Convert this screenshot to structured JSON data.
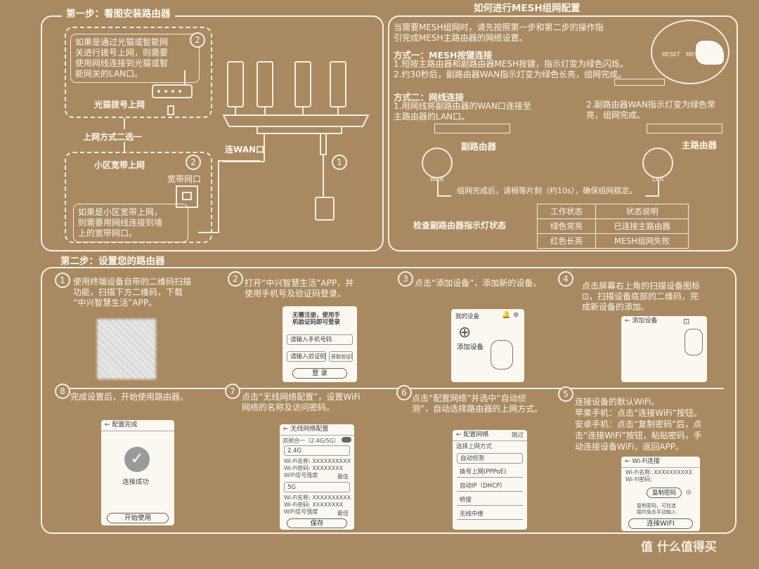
{
  "step1": {
    "title": "第一步：看图安装路由器",
    "top_box": "如果是通过光猫或智能网\n关进行拨号上网，则需要\n使用网线连接到光猫或智\n能网关的LAN口。",
    "modem_label": "光猫拨号上网",
    "either_label": "上网方式二选一",
    "bottom_title": "小区宽带上网",
    "wall_port": "宽带网口",
    "bottom_box": "如果是小区宽带上网，\n则需要用网线连接到墙\n上的宽带网口。",
    "wan_label": "连WAN口",
    "n1": "1",
    "n2": "2"
  },
  "mesh": {
    "title": "如何进行MESH组网配置",
    "intro": "当需要MESH组网时，请先按照第一步和第二步的操作指\n引完成MESH主路由器的网络设置。",
    "btn_reset": "RESET",
    "btn_mesh": "MESH",
    "m1_title": "方式一：MESH按键连接",
    "m1_s1": "1.短按主路由器和副路由器MESH按键，指示灯变为绿色闪烁。",
    "m1_s2": "2.约30秒后，副路由器WAN指示灯变为绿色长亮，组网完成。",
    "m2_title": "方式二：网线连接",
    "m2_s1": "1.用网线将副路由器的WAN口连接至\n主路由器的LAN口。",
    "m2_s2": "2.副路由器WAN指示灯变为绿色常\n亮，组网完成。",
    "sub_router": "副路由器",
    "main_router": "主路由器",
    "port_wan": "WAN",
    "port_lan": "LAN",
    "wait_note": "组网完成后，请稍等片刻（约10s），确保组网稳定。",
    "check": "检查副路由器指示灯状态",
    "table_head": [
      "工作状态",
      "状态说明"
    ],
    "table_rows": [
      [
        "绿色常亮",
        "已连接主路由器"
      ],
      [
        "红色长亮",
        "MESH组网失败"
      ]
    ]
  },
  "step2": {
    "title": "第二步：设置您的路由器",
    "s1_num": "1",
    "s1": "使用终端设备自带的二维码扫描\n功能，扫描下方二维码，下载\n“中兴智慧生活”APP。",
    "s2_num": "2",
    "s2": "打开“中兴智慧生活”APP，并\n使用手机号及验证码登录。",
    "s2_phone": {
      "head": "无需注册，使用手\n机验证码即可登录",
      "phone": "请输入手机号码",
      "code": "请输入验证码",
      "get_code": "获取验证码",
      "login": "登 录"
    },
    "s3_num": "3",
    "s3": "点击“添加设备”，添加新的设备。",
    "s3_phone": {
      "head": "我的设备",
      "add": "添加设备"
    },
    "s4_num": "4",
    "s4": "点击屏幕右上角的扫描设备图标\n⊡，扫描设备底部的二维码，完\n成新设备的添加。",
    "s4_phone": {
      "head": "← 添加设备"
    },
    "s8_num": "8",
    "s8": "完成设置后，开始使用路由器。",
    "s8_phone": {
      "head": "← 配置完成",
      "ok": "连接成功",
      "btn": "开始使用"
    },
    "s7_num": "7",
    "s7": "点击“无线网络配置”，设置WiFi\n网络的名称及访问密码。",
    "s7_phone": {
      "head": "← 无线网络配置",
      "dual": "双频合一（2.4G/5G）",
      "band1": "2.4G",
      "band2": "5G",
      "name": "Wi-Fi名称: XXXXXXXXXX",
      "pwd": "Wi-Fi密码: XXXXXXXX",
      "strength": "WiFi信号强度",
      "best": "最佳",
      "save": "保存"
    },
    "s6_num": "6",
    "s6": "点击“配置网络”并选中“自动侦\n测”，自动选择路由器的上网方式。",
    "s6_phone": {
      "head": "← 配置网络",
      "skip": "跳过",
      "choose": "选择上网方式",
      "opts": [
        "自动侦测",
        "拨号上网(PPPoE)",
        "自动IP（DHCP）",
        "桥接",
        "无线中继"
      ]
    },
    "s5_num": "5",
    "s5": "连接设备的默认WiFi。\n苹果手机：点击“连接WiFi”按钮。\n安卓手机：点击“复制密码”后，点\n击“连接WiFi”按钮，粘贴密码，手\n动连接设备WiFi，返回APP。",
    "s5_phone": {
      "head": "← Wi-Fi连接",
      "name": "Wi-Fi名称: XXXXXXXXXX",
      "pwd": "Wi-Fi密码: ",
      "copy": "复制密码",
      "note": "复制密码，可在连\n接时免去手动输入",
      "connect": "连接WIFI"
    }
  },
  "watermark": {
    "text": "值 什么值得买"
  },
  "colors": {
    "cardboard": "#a88961",
    "print": "#f6f0e4",
    "screen": "#fbf8f2"
  }
}
